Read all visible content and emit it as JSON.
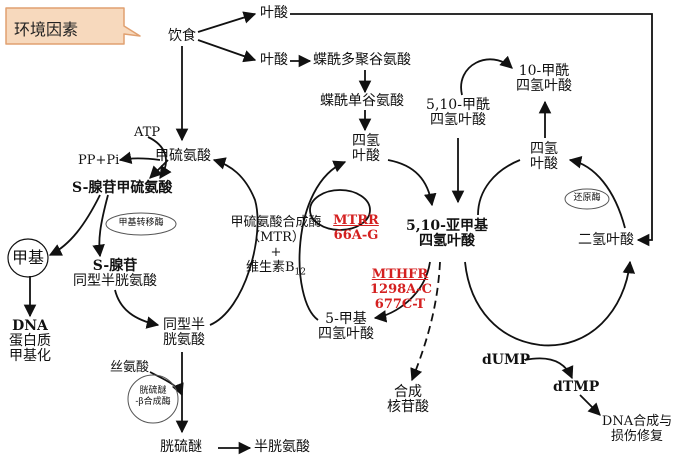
{
  "callout": {
    "text": "环境因素"
  },
  "nodes": {
    "diet": "饮食",
    "folate_top": "叶酸",
    "folate_mid": "叶酸",
    "pteroylpolyglutamate": "蝶酰多聚谷氨酸",
    "pteroylmonoglutamate": "蝶酰单谷氨酸",
    "thf_a": "四氢",
    "thf_b": "叶酸",
    "methylene_thf_a": "5,10-亚甲基",
    "methylene_thf_b": "四氢叶酸",
    "methenyl_thf_a": "5,10-甲酰",
    "methenyl_thf_b": "四氢叶酸",
    "formyl_thf_a": "10-甲酰",
    "formyl_thf_b": "四氢叶酸",
    "thf2_a": "四氢",
    "thf2_b": "叶酸",
    "dhf": "二氢叶酸",
    "reductase": "还原酶",
    "methyl_thf_a": "5-甲基",
    "methyl_thf_b": "四氢叶酸",
    "atp": "ATP",
    "ppi": "PP+Pi",
    "methionine": "甲硫氨酸",
    "sam": "S-腺苷甲硫氨酸",
    "methyltransferase": "甲基转移酶",
    "methyl": "甲基",
    "dna_a": "DNA",
    "dna_b": "蛋白质",
    "dna_c": "甲基化",
    "sah_a": "S-腺苷",
    "sah_b": "同型半胱氨酸",
    "hcy_a": "同型半",
    "hcy_b": "胱氨酸",
    "ms_a": "甲硫氨酸合成酶",
    "ms_b": "（MTR）",
    "ms_c": "+",
    "ms_d": "维生素B",
    "ms_d_sub": "12",
    "mtrr_a": "MTRR",
    "mtrr_b": "66A-G",
    "mthfr_a": "MTHFR",
    "mthfr_b": "1298A-C",
    "mthfr_c": "677C-T",
    "serine": "丝氨酸",
    "cbs_a": "胱硫醚",
    "cbs_b": "-β合成酶",
    "cystathionine": "胱硫醚",
    "cysteine": "半胱氨酸",
    "synthesis_a": "合成",
    "synthesis_b": "核苷酸",
    "dump": "dUMP",
    "dtmp": "dTMP",
    "dna_repair_a": "DNA合成与",
    "dna_repair_b": "损伤修复"
  },
  "colors": {
    "callout_fill": "#f7d9bd",
    "callout_stroke": "#e0a070",
    "enzyme_red": "#d42020",
    "line": "#111111"
  }
}
